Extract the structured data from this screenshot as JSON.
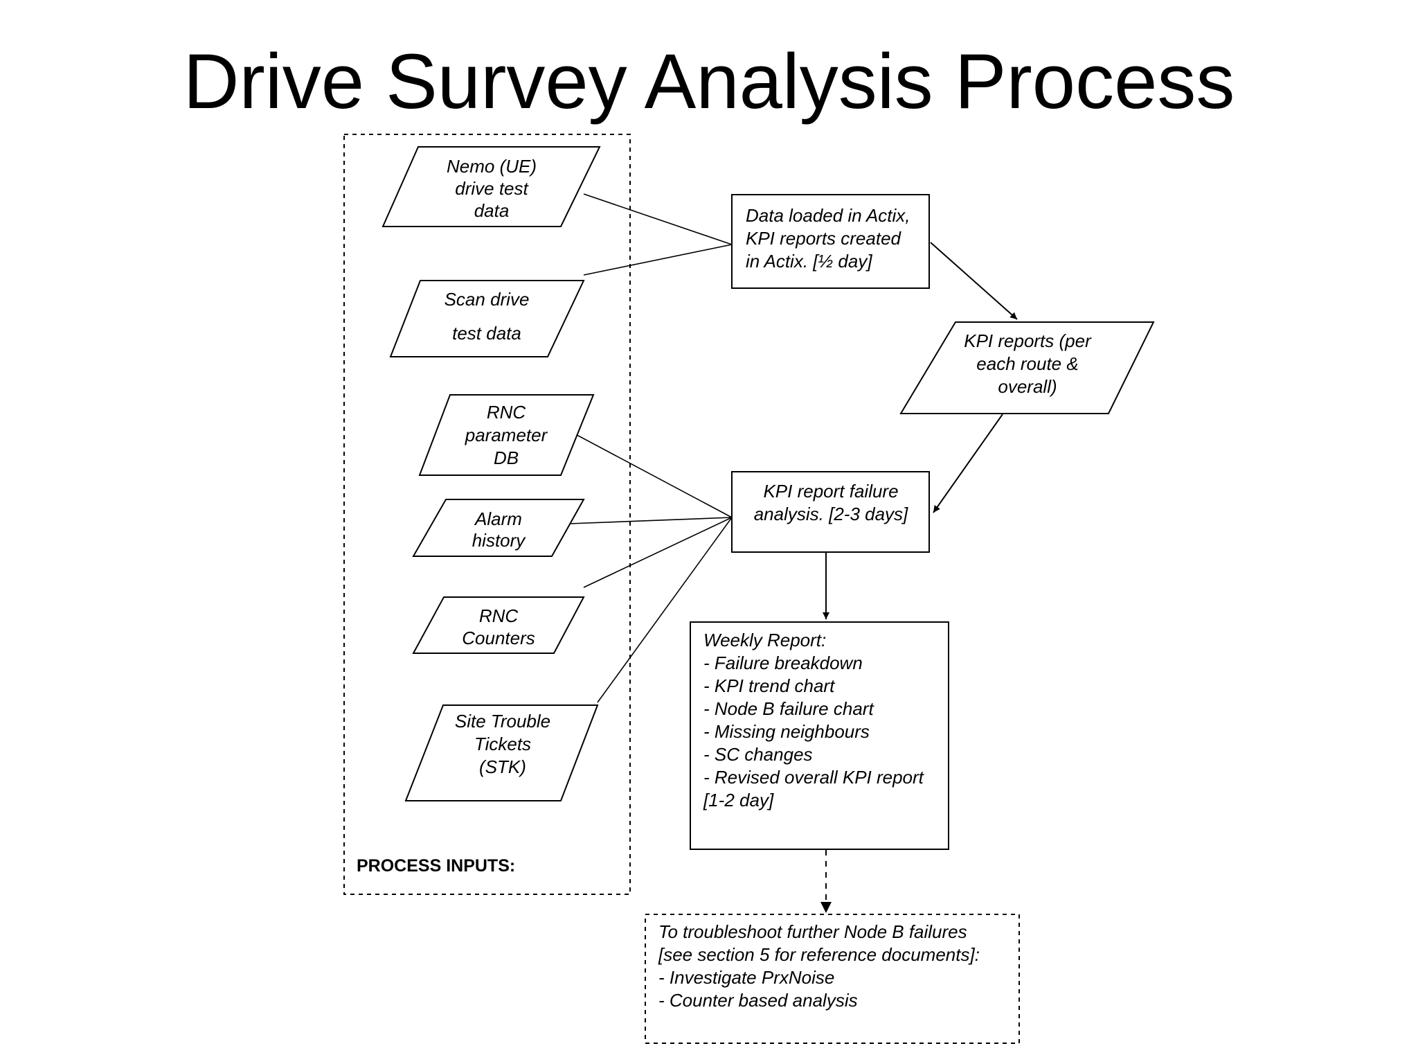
{
  "title": "Drive Survey Analysis Process",
  "inputs_panel_label": "PROCESS INPUTS:",
  "inputs": [
    {
      "name": "input-nemo-ue",
      "lines": [
        "Nemo (UE)",
        "drive test",
        "data"
      ]
    },
    {
      "name": "input-scan-drive",
      "lines": [
        "Scan drive",
        "test data"
      ]
    },
    {
      "name": "input-rnc-parameter-db",
      "lines": [
        "RNC",
        "parameter",
        "DB"
      ]
    },
    {
      "name": "input-alarm-history",
      "lines": [
        "Alarm",
        "history"
      ]
    },
    {
      "name": "input-rnc-counters",
      "lines": [
        "RNC",
        "Counters"
      ]
    },
    {
      "name": "input-site-trouble-tickets",
      "lines": [
        "Site Trouble",
        "Tickets",
        "(STK)"
      ]
    }
  ],
  "steps": {
    "actix": [
      "Data loaded in Actix,",
      "KPI reports created",
      "in Actix. [½ day]"
    ],
    "kpi_reports": [
      "KPI reports (per",
      "each route &",
      "overall)"
    ],
    "failure_analysis": [
      "KPI report failure",
      "analysis. [2-3 days]"
    ],
    "weekly_report": [
      "Weekly Report:",
      "- Failure breakdown",
      "- KPI trend chart",
      "- Node B failure chart",
      "- Missing neighbours",
      "- SC changes",
      "- Revised overall KPI report",
      "[1-2 day]"
    ],
    "troubleshoot": [
      "To troubleshoot further Node B failures",
      "[see section 5 for reference documents]:",
      "- Investigate PrxNoise",
      "- Counter based analysis"
    ]
  }
}
